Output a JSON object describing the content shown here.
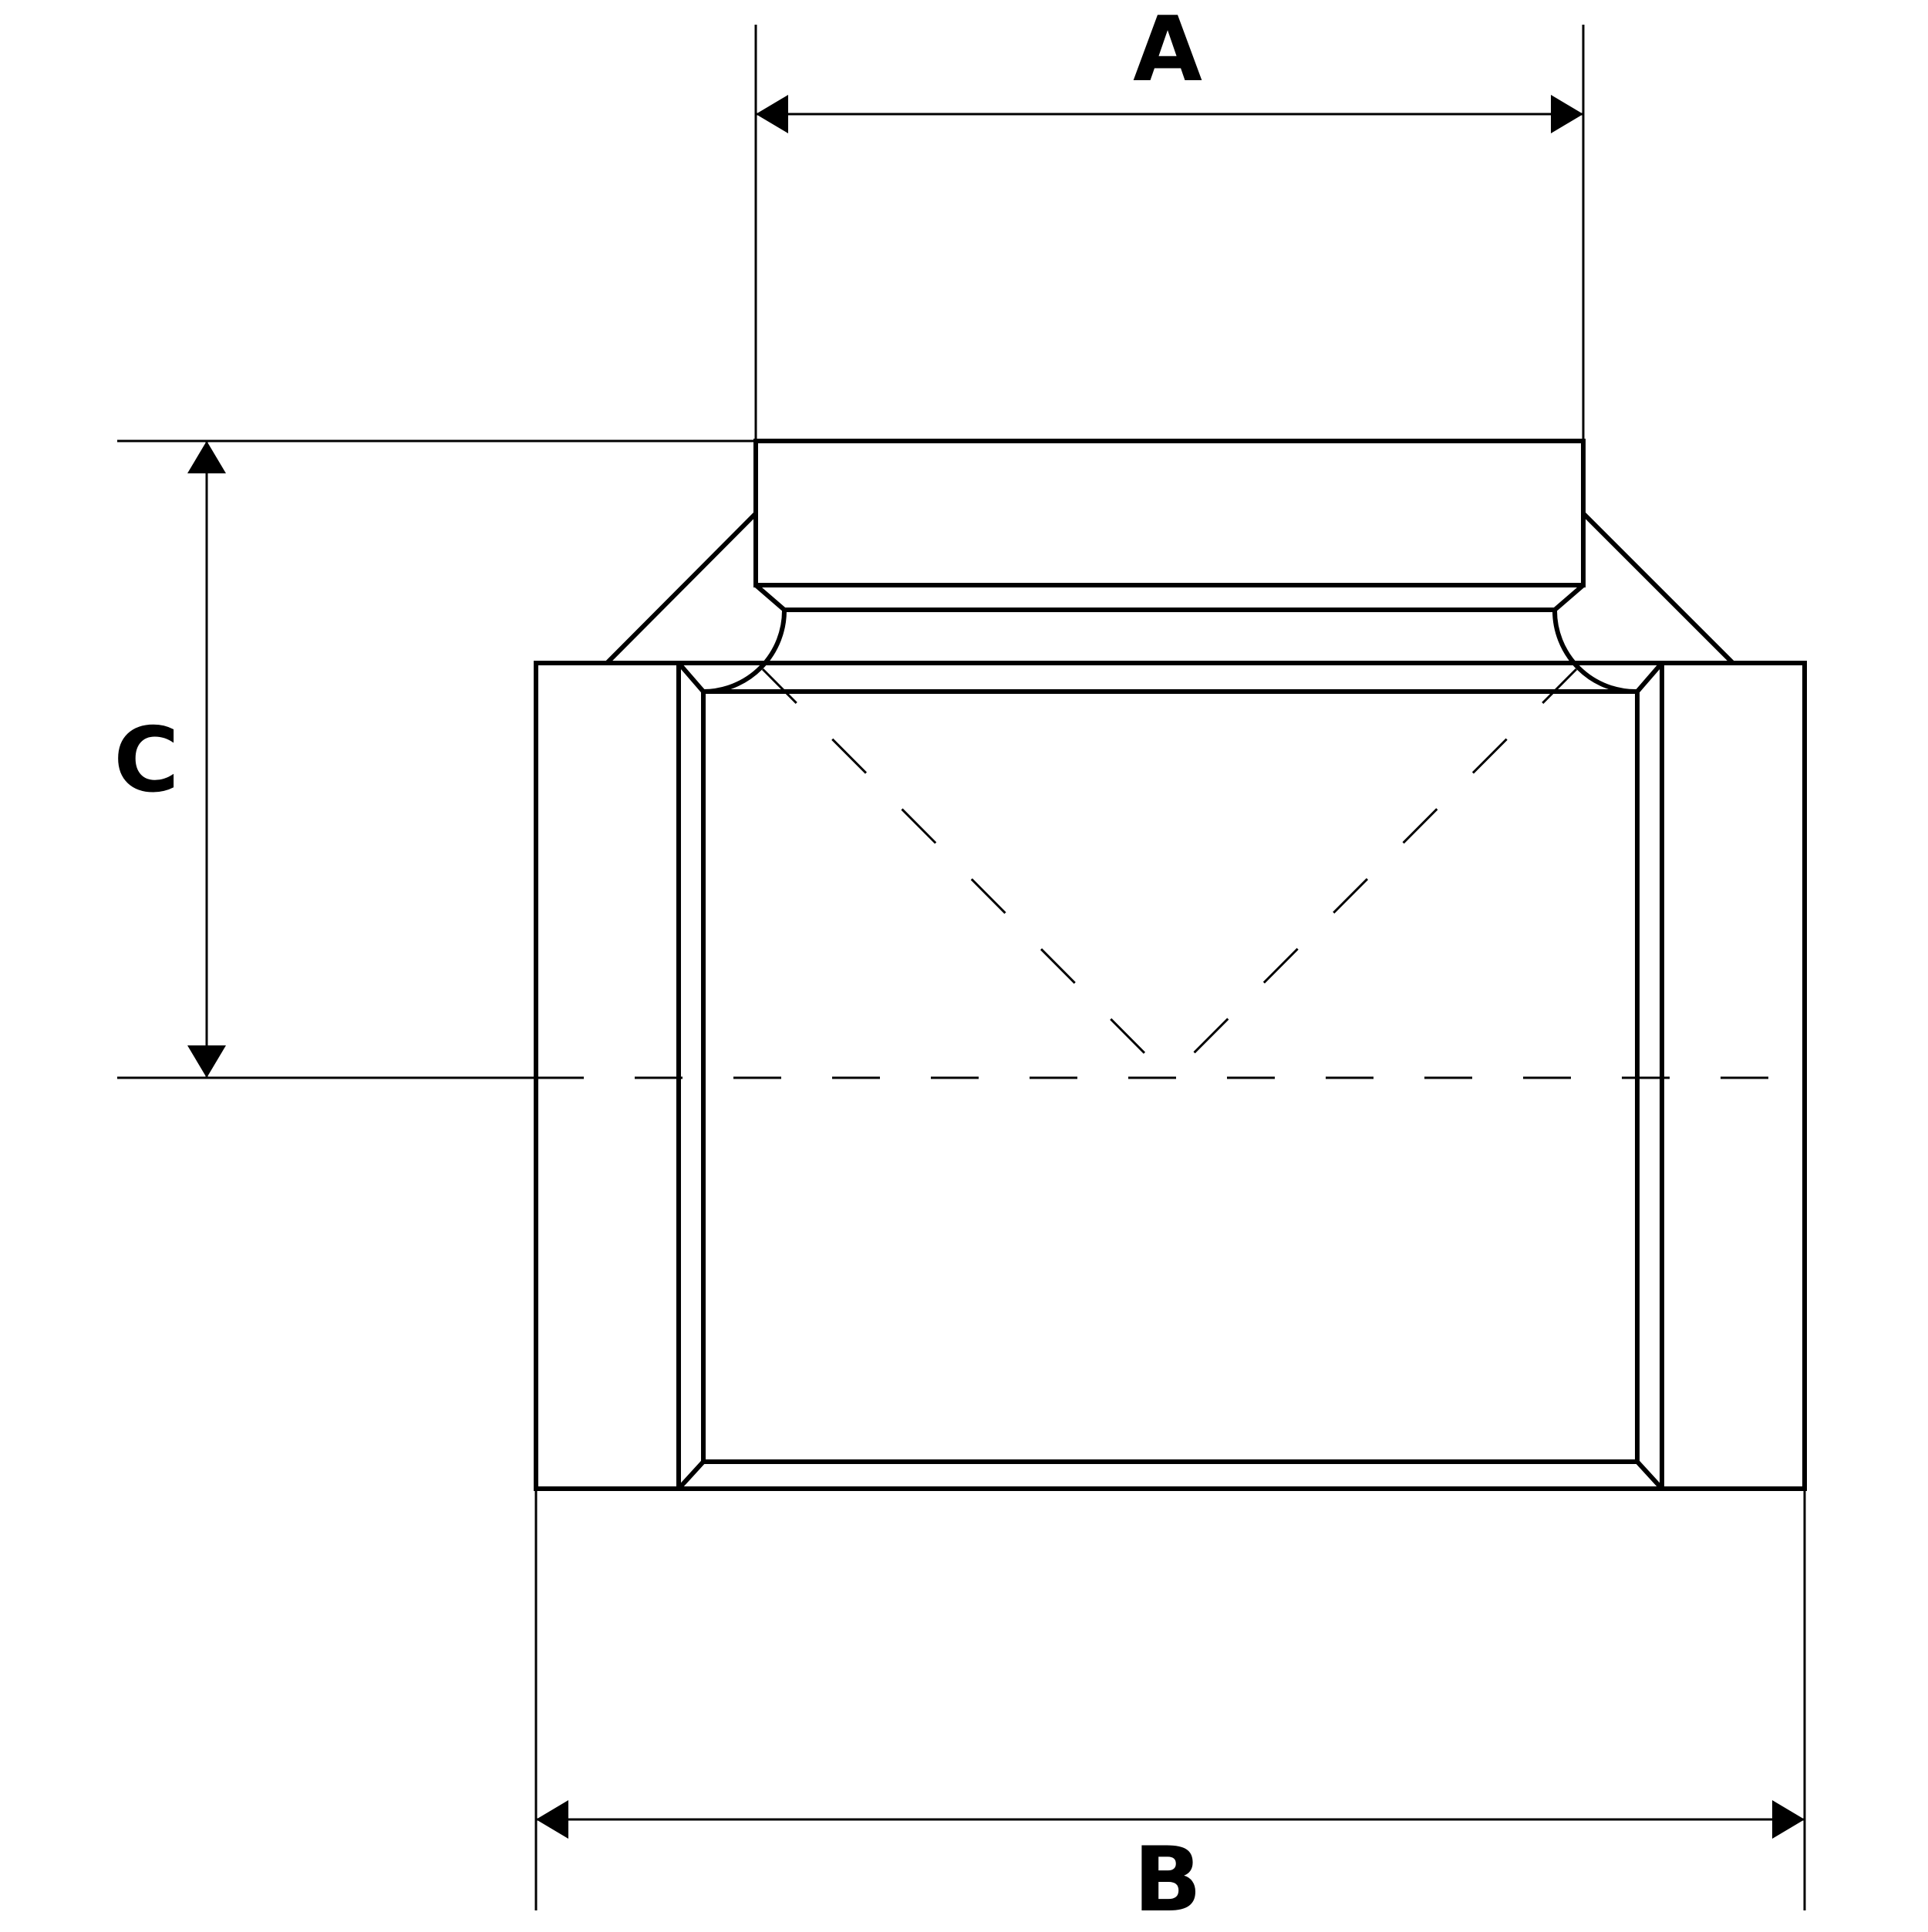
{
  "diagram": {
    "dimensions": {
      "a_label": "A",
      "b_label": "B",
      "c_label": "C"
    }
  }
}
